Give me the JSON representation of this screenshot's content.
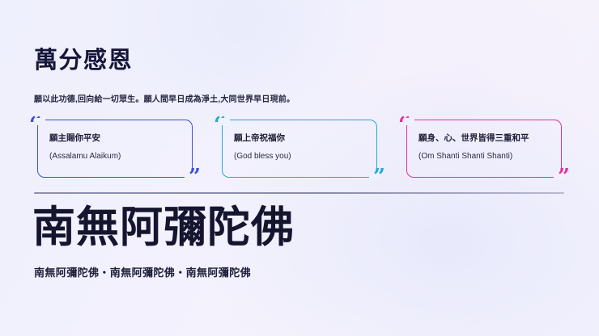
{
  "slide": {
    "title": "萬分感恩",
    "subtitle": "願以此功德,回向給一切眾生。願人間早日成為淨土,大同世界早日現前。",
    "quote_open_glyph": "“",
    "quote_close_glyph": "”",
    "cards": [
      {
        "primary": "願主賜你平安",
        "secondary": "(Assalamu Alaikum)",
        "accent": "#3b4fd8"
      },
      {
        "primary": "願上帝祝福你",
        "secondary": "(God bless you)",
        "accent": "#22a9d8"
      },
      {
        "primary": "願身、心、世界皆得三重和平",
        "secondary": "(Om Shanti Shanti Shanti)",
        "accent": "#e0319c"
      }
    ],
    "chant_title": "南無阿彌陀佛",
    "chant_repeat": "南無阿彌陀佛・南無阿彌陀佛・南無阿彌陀佛"
  }
}
